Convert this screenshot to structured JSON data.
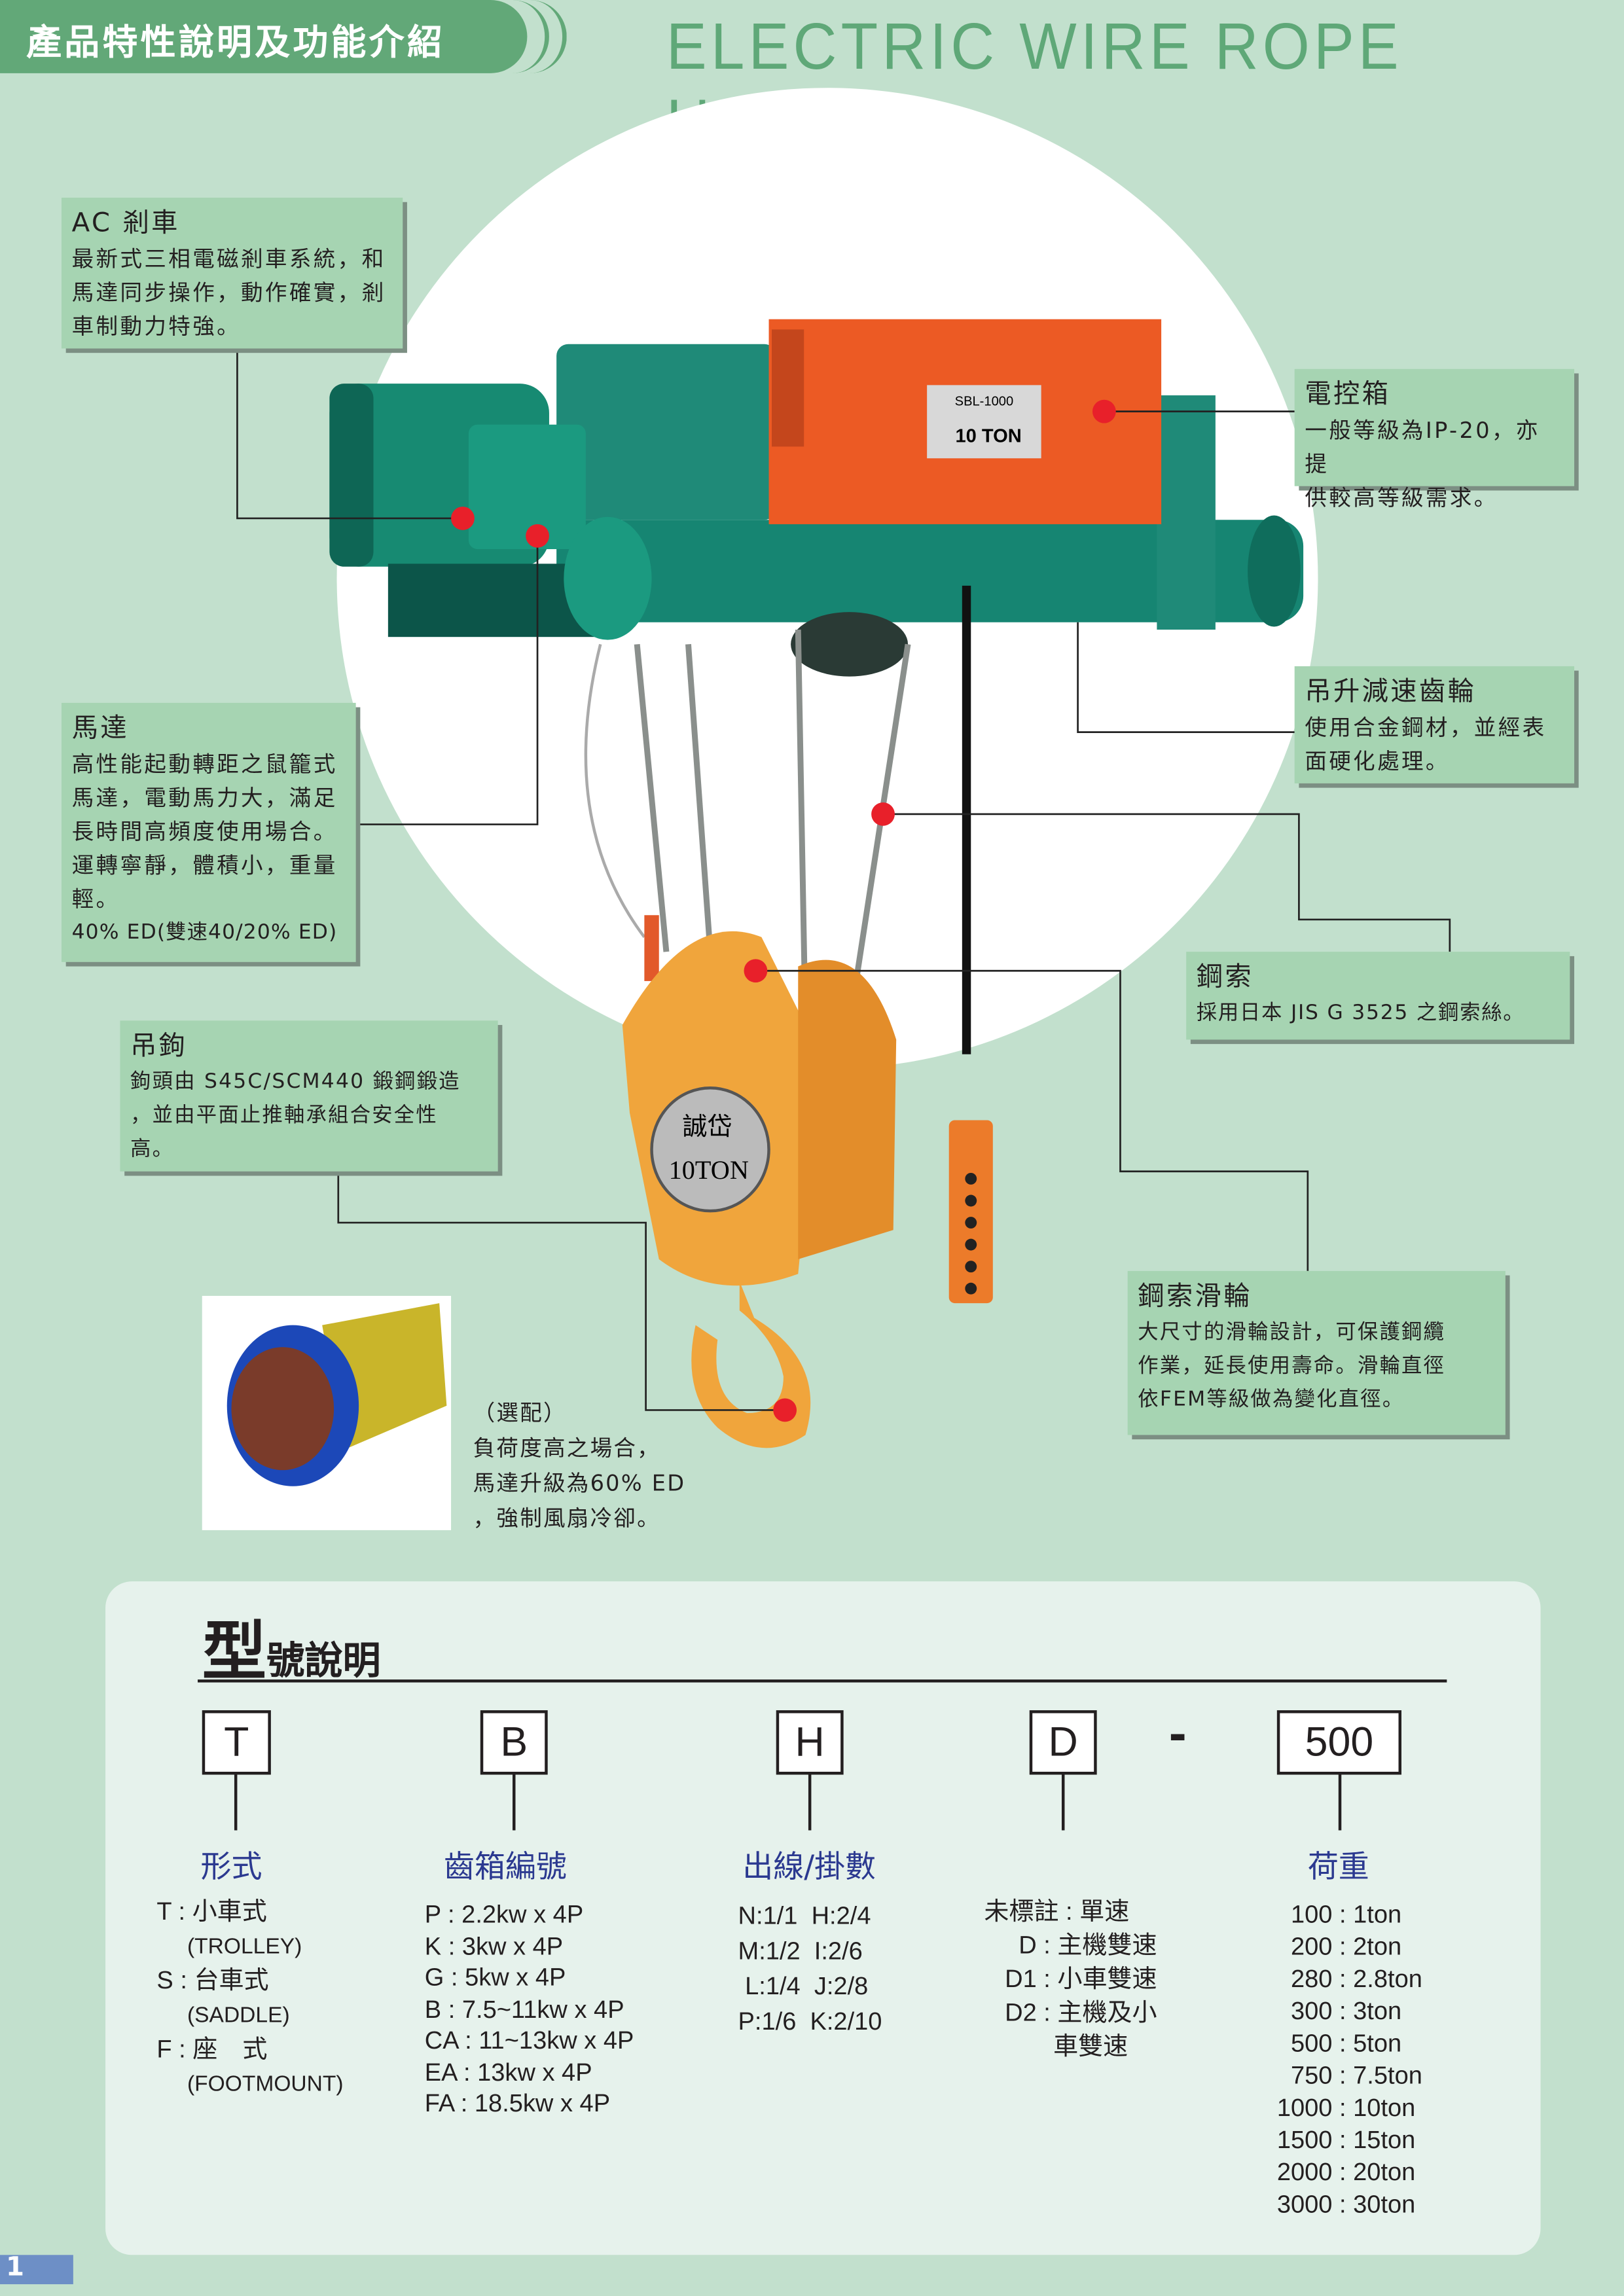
{
  "header": {
    "section_title": "產品特性說明及功能介紹",
    "product_title": "ELECTRIC WIRE ROPE HOIST"
  },
  "features": {
    "brake": {
      "title": "AC 剎車",
      "lines": [
        "最新式三相電磁剎車系統，和",
        "馬達同步操作，動作確實，剎",
        "車制動力特強。"
      ]
    },
    "control_box": {
      "title": "電控箱",
      "lines": [
        "一般等級為IP-20，亦提",
        "供較高等級需求。"
      ]
    },
    "gear": {
      "title": "吊升減速齒輪",
      "lines": [
        "使用合金鋼材，並經表",
        "面硬化處理。"
      ]
    },
    "motor": {
      "title": "馬達",
      "lines": [
        "高性能起動轉距之鼠籠式",
        "馬達，電動馬力大，滿足",
        "長時間高頻度使用場合。",
        "運轉寧靜，體積小，重量",
        "輕。"
      ],
      "ed": "40% ED(雙速40/20% ED)"
    },
    "rope": {
      "title": "鋼索",
      "lines": [
        "採用日本 JIS G 3525 之鋼索絲。"
      ]
    },
    "hook": {
      "title": "吊鉤",
      "lines": [
        "鉤頭由 S45C/SCM440 鍛鋼鍛造",
        "，並由平面止推軸承組合安全性",
        "高。"
      ]
    },
    "sheave": {
      "title": "鋼索滑輪",
      "lines": [
        "大尺寸的滑輪設計，可保護鋼纜",
        "作業，延長使用壽命。滑輪直徑",
        "依FEM等級做為變化直徑。"
      ]
    },
    "option": {
      "lines": [
        "（選配）",
        "負荷度高之場合，",
        "馬達升級為60% ED",
        "，強制風扇冷卻。"
      ]
    }
  },
  "hoist_labels": {
    "box_plate": "SBL-1000",
    "box_ton": "10 TON",
    "block_text": "誠岱",
    "block_ton": "10TON"
  },
  "model": {
    "title_big": "型",
    "title_rest": "號說明",
    "codes": [
      "T",
      "B",
      "H",
      "D",
      "500"
    ],
    "dash": "-",
    "columns": [
      {
        "header": "形式",
        "items": [
          "T : 小車式",
          "     (TROLLEY)",
          "S : 台車式",
          "     (SADDLE)",
          "F : 座　式",
          "     (FOOTMOUNT)"
        ]
      },
      {
        "header": "齒箱編號",
        "items": [
          "P : 2.2kw x 4P",
          "K : 3kw x 4P",
          "G : 5kw x 4P",
          "B : 7.5~11kw x 4P",
          "CA : 11~13kw x 4P",
          "EA : 13kw x 4P",
          "FA : 18.5kw x 4P"
        ]
      },
      {
        "header": "出線/掛數",
        "items": [
          "N:1/1  H:2/4",
          "M:1/2  I:2/6",
          " L:1/4  J:2/8",
          "P:1/6  K:2/10"
        ]
      },
      {
        "header": "",
        "items": [
          "未標註 : 單速",
          "     D : 主機雙速",
          "   D1 : 小車雙速",
          "   D2 : 主機及小",
          "          車雙速"
        ]
      },
      {
        "header": "荷重",
        "items": [
          "  100 : 1ton",
          "  200 : 2ton",
          "  280 : 2.8ton",
          "  300 : 3ton",
          "  500 : 5ton",
          "  750 : 7.5ton",
          "1000 : 10ton",
          "1500 : 15ton",
          "2000 : 20ton",
          "3000 : 30ton"
        ]
      }
    ]
  },
  "page_number": "1",
  "colors": {
    "bg": "#c2e0cd",
    "accent": "#62a878",
    "box": "#a6d4b2",
    "blue": "#2b3990",
    "dot": "#e8202a"
  }
}
